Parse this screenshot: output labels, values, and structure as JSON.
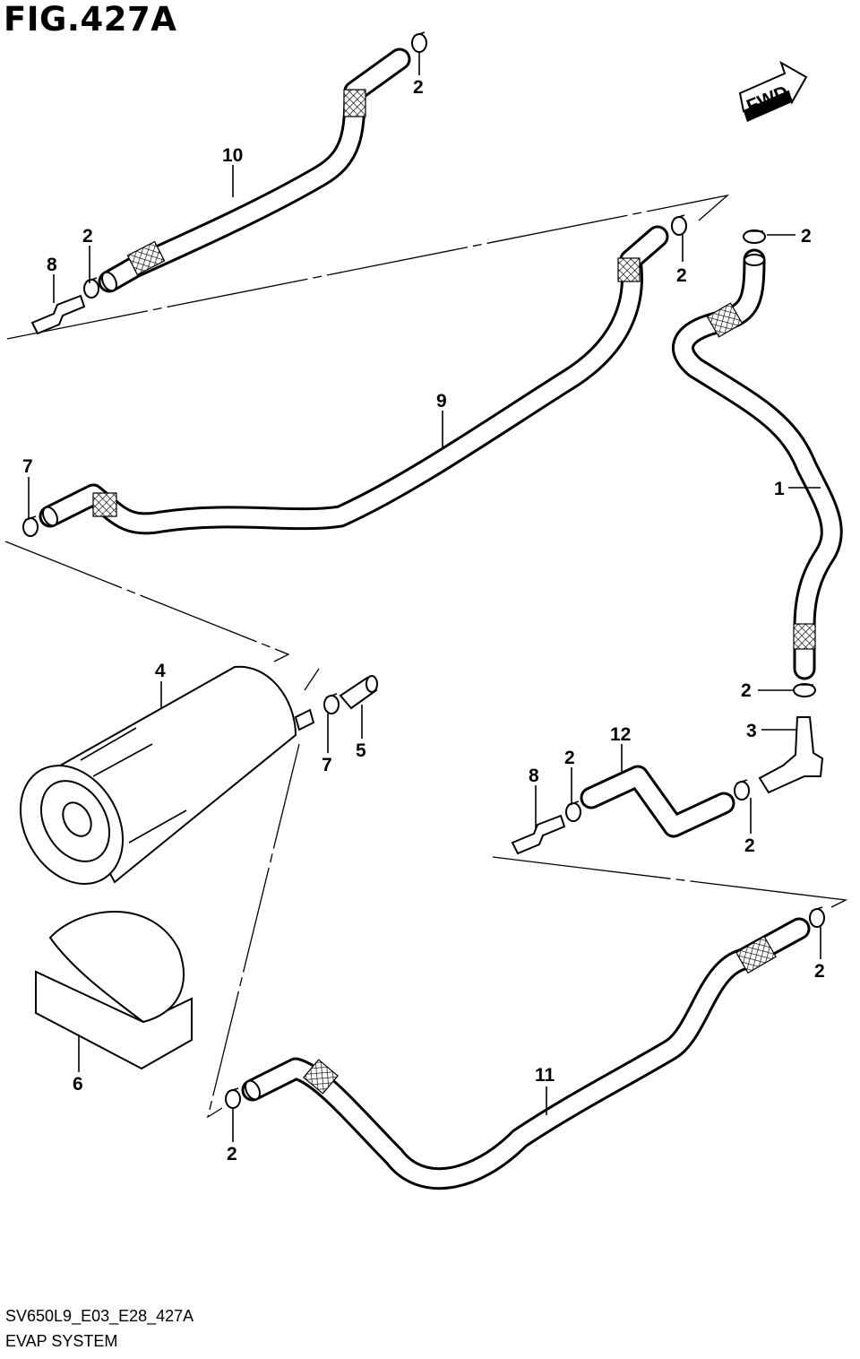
{
  "title": "FIG.427A",
  "footer": {
    "drawing_code": "SV650L9_E03_E28_427A",
    "section_name": "EVAP SYSTEM"
  },
  "direction_marker": {
    "label": "FWD"
  },
  "callouts": {
    "c2_a": "2",
    "c10": "10",
    "c2_b": "2",
    "c8_a": "8",
    "c2_c": "2",
    "c2_d": "2",
    "c9": "9",
    "c7_a": "7",
    "c1": "1",
    "c4": "4",
    "c7_b": "7",
    "c5": "5",
    "c2_e": "2",
    "c3": "3",
    "c12": "12",
    "c2_f": "2",
    "c8_b": "8",
    "c2_g": "2",
    "c2_h": "2",
    "c6": "6",
    "c11": "11",
    "c2_i": "2"
  }
}
